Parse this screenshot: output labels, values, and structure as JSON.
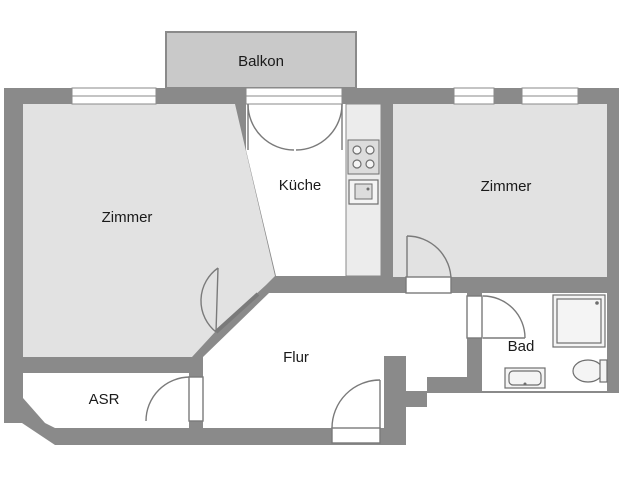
{
  "plan": {
    "rooms": {
      "balkon": "Balkon",
      "zimmer_left": "Zimmer",
      "kueche": "Küche",
      "zimmer_right": "Zimmer",
      "flur": "Flur",
      "bad": "Bad",
      "asr": "ASR"
    }
  },
  "colors": {
    "wall": "#8a8a8a",
    "room_fill": "#e2e2e2",
    "background": "#ffffff"
  }
}
